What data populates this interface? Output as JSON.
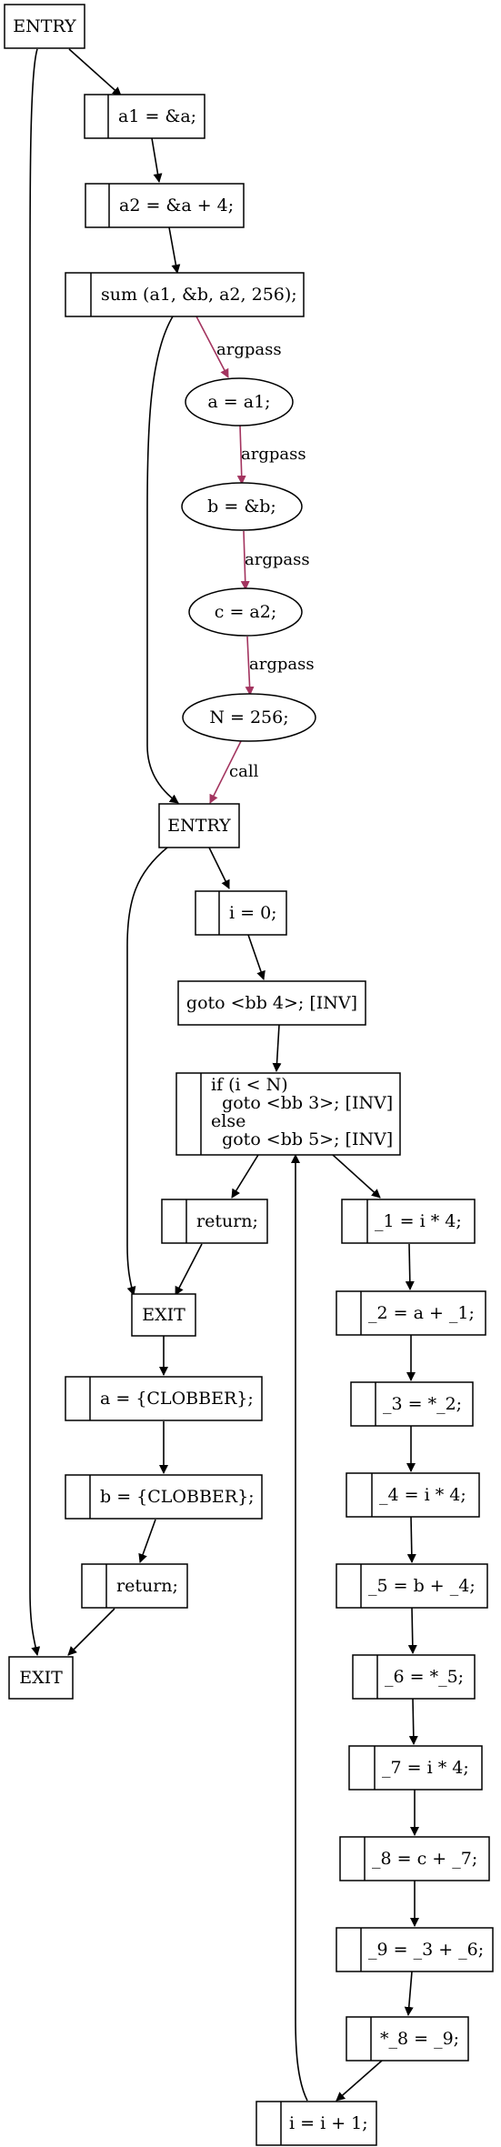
{
  "nodes": {
    "entry_main": "ENTRY",
    "a1": "a1 = &a;",
    "a2": "a2 = &a + 4;",
    "sum_call": "sum (a1, &b, a2, 256);",
    "param_a": "a = a1;",
    "param_b": "b =  &b;",
    "param_c": "c =  a2;",
    "param_n": "N =  256;",
    "entry_sum": "ENTRY",
    "i0": "i = 0;",
    "goto4": "goto <bb 4>; [INV]",
    "if_line1": "if (i < N)",
    "if_line2": "  goto <bb 3>; [INV]",
    "if_line3": "else",
    "if_line4": "  goto <bb 5>; [INV]",
    "return_sum": "return;",
    "exit_sum": "EXIT",
    "a_clobber": "a = {CLOBBER};",
    "b_clobber": "b = {CLOBBER};",
    "return_main": "return;",
    "exit_main": "EXIT",
    "s1": "_1 = i * 4;",
    "s2": "_2 = a + _1;",
    "s3": "_3 = *_2;",
    "s4": "_4 = i * 4;",
    "s5": "_5 = b + _4;",
    "s6": "_6 = *_5;",
    "s7": "_7 = i * 4;",
    "s8": "_8 = c + _7;",
    "s9": "_9 = _3 + _6;",
    "s10": "*_8 = _9;",
    "s11": "i = i + 1;"
  },
  "edge_labels": {
    "argpass1": "argpass",
    "argpass2": "argpass",
    "argpass3": "argpass",
    "argpass4": "argpass",
    "call": "call"
  },
  "colors": {
    "argpass_edge": "#a3345f",
    "normal_edge": "#000000"
  }
}
